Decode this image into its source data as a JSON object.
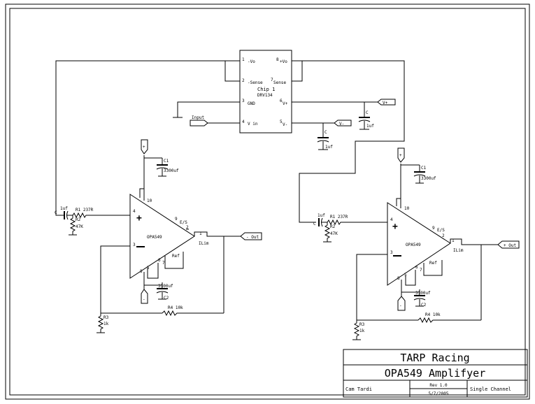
{
  "ic": {
    "name": "Chip 1",
    "part": "DRV134",
    "pins": {
      "p1_num": "1",
      "p1": "-Vo",
      "p2_num": "2",
      "p2": "-Sense",
      "p3_num": "3",
      "p3": "GND",
      "p4_num": "4",
      "p4": "V in",
      "p5_num": "5",
      "p5": "V-",
      "p6_num": "6",
      "p6": "V+",
      "p7_num": "7",
      "p7": "Sense",
      "p8_num": "8",
      "p8": "+Vo"
    }
  },
  "ports": {
    "input": "Input",
    "v_plus": "V+",
    "v_minus": "V-",
    "minus_out": "- Out",
    "plus_out": "+ Out",
    "sup_pos": "+",
    "sup_neg": "-"
  },
  "left_amp": {
    "part": "OPA549",
    "c_in": "1uf",
    "c_in_ref": "C",
    "r1": "R1 237R",
    "r2": "R2",
    "r2_val": "47K",
    "r3": "R3",
    "r3_val": "1k",
    "r4": "R4 10k",
    "c1": "C1",
    "c1_val": "3300uf",
    "c2": "C2",
    "c2_val": "3300uf",
    "pin_plus": "4",
    "pin_minus": "3",
    "pin_v10": "10",
    "pin_es_num": "9",
    "pin_es": "E/S",
    "pin_ilim_num": "2",
    "pin_out": "1",
    "pin_ilim": "ILim",
    "pin_ref": "Ref",
    "pin_5": "5",
    "pin_6": "6",
    "pin_7": "7",
    "pin_8": "8"
  },
  "right_amp": {
    "part": "OPA549",
    "c_in": "1uf",
    "c_in_ref": "C",
    "r1": "R1 237R",
    "r2": "R2",
    "r2_val": "47K",
    "r3": "R3",
    "r3_val": "1k",
    "r4": "R4 10k",
    "c1": "C1",
    "c1_val": "3300uf",
    "c2": "C2",
    "c2_val": "3300uf",
    "pin_plus": "4",
    "pin_minus": "3",
    "pin_v10": "10",
    "pin_es_num": "9",
    "pin_es": "E/S",
    "pin_ilim_num": "2",
    "pin_out": "1",
    "pin_ilim": "ILim",
    "pin_ref": "Ref",
    "pin_5": "5",
    "pin_6": "6",
    "pin_7": "7",
    "pin_8": "8"
  },
  "decoupling": {
    "c_label": "C",
    "c_value": "1uf"
  },
  "title_block": {
    "company": "TARP Racing",
    "title": "OPA549 Amplifyer",
    "author": "Cam Tardi",
    "rev": "Rev 1.0",
    "date": "5/7/2005",
    "config": "Single Channel"
  }
}
